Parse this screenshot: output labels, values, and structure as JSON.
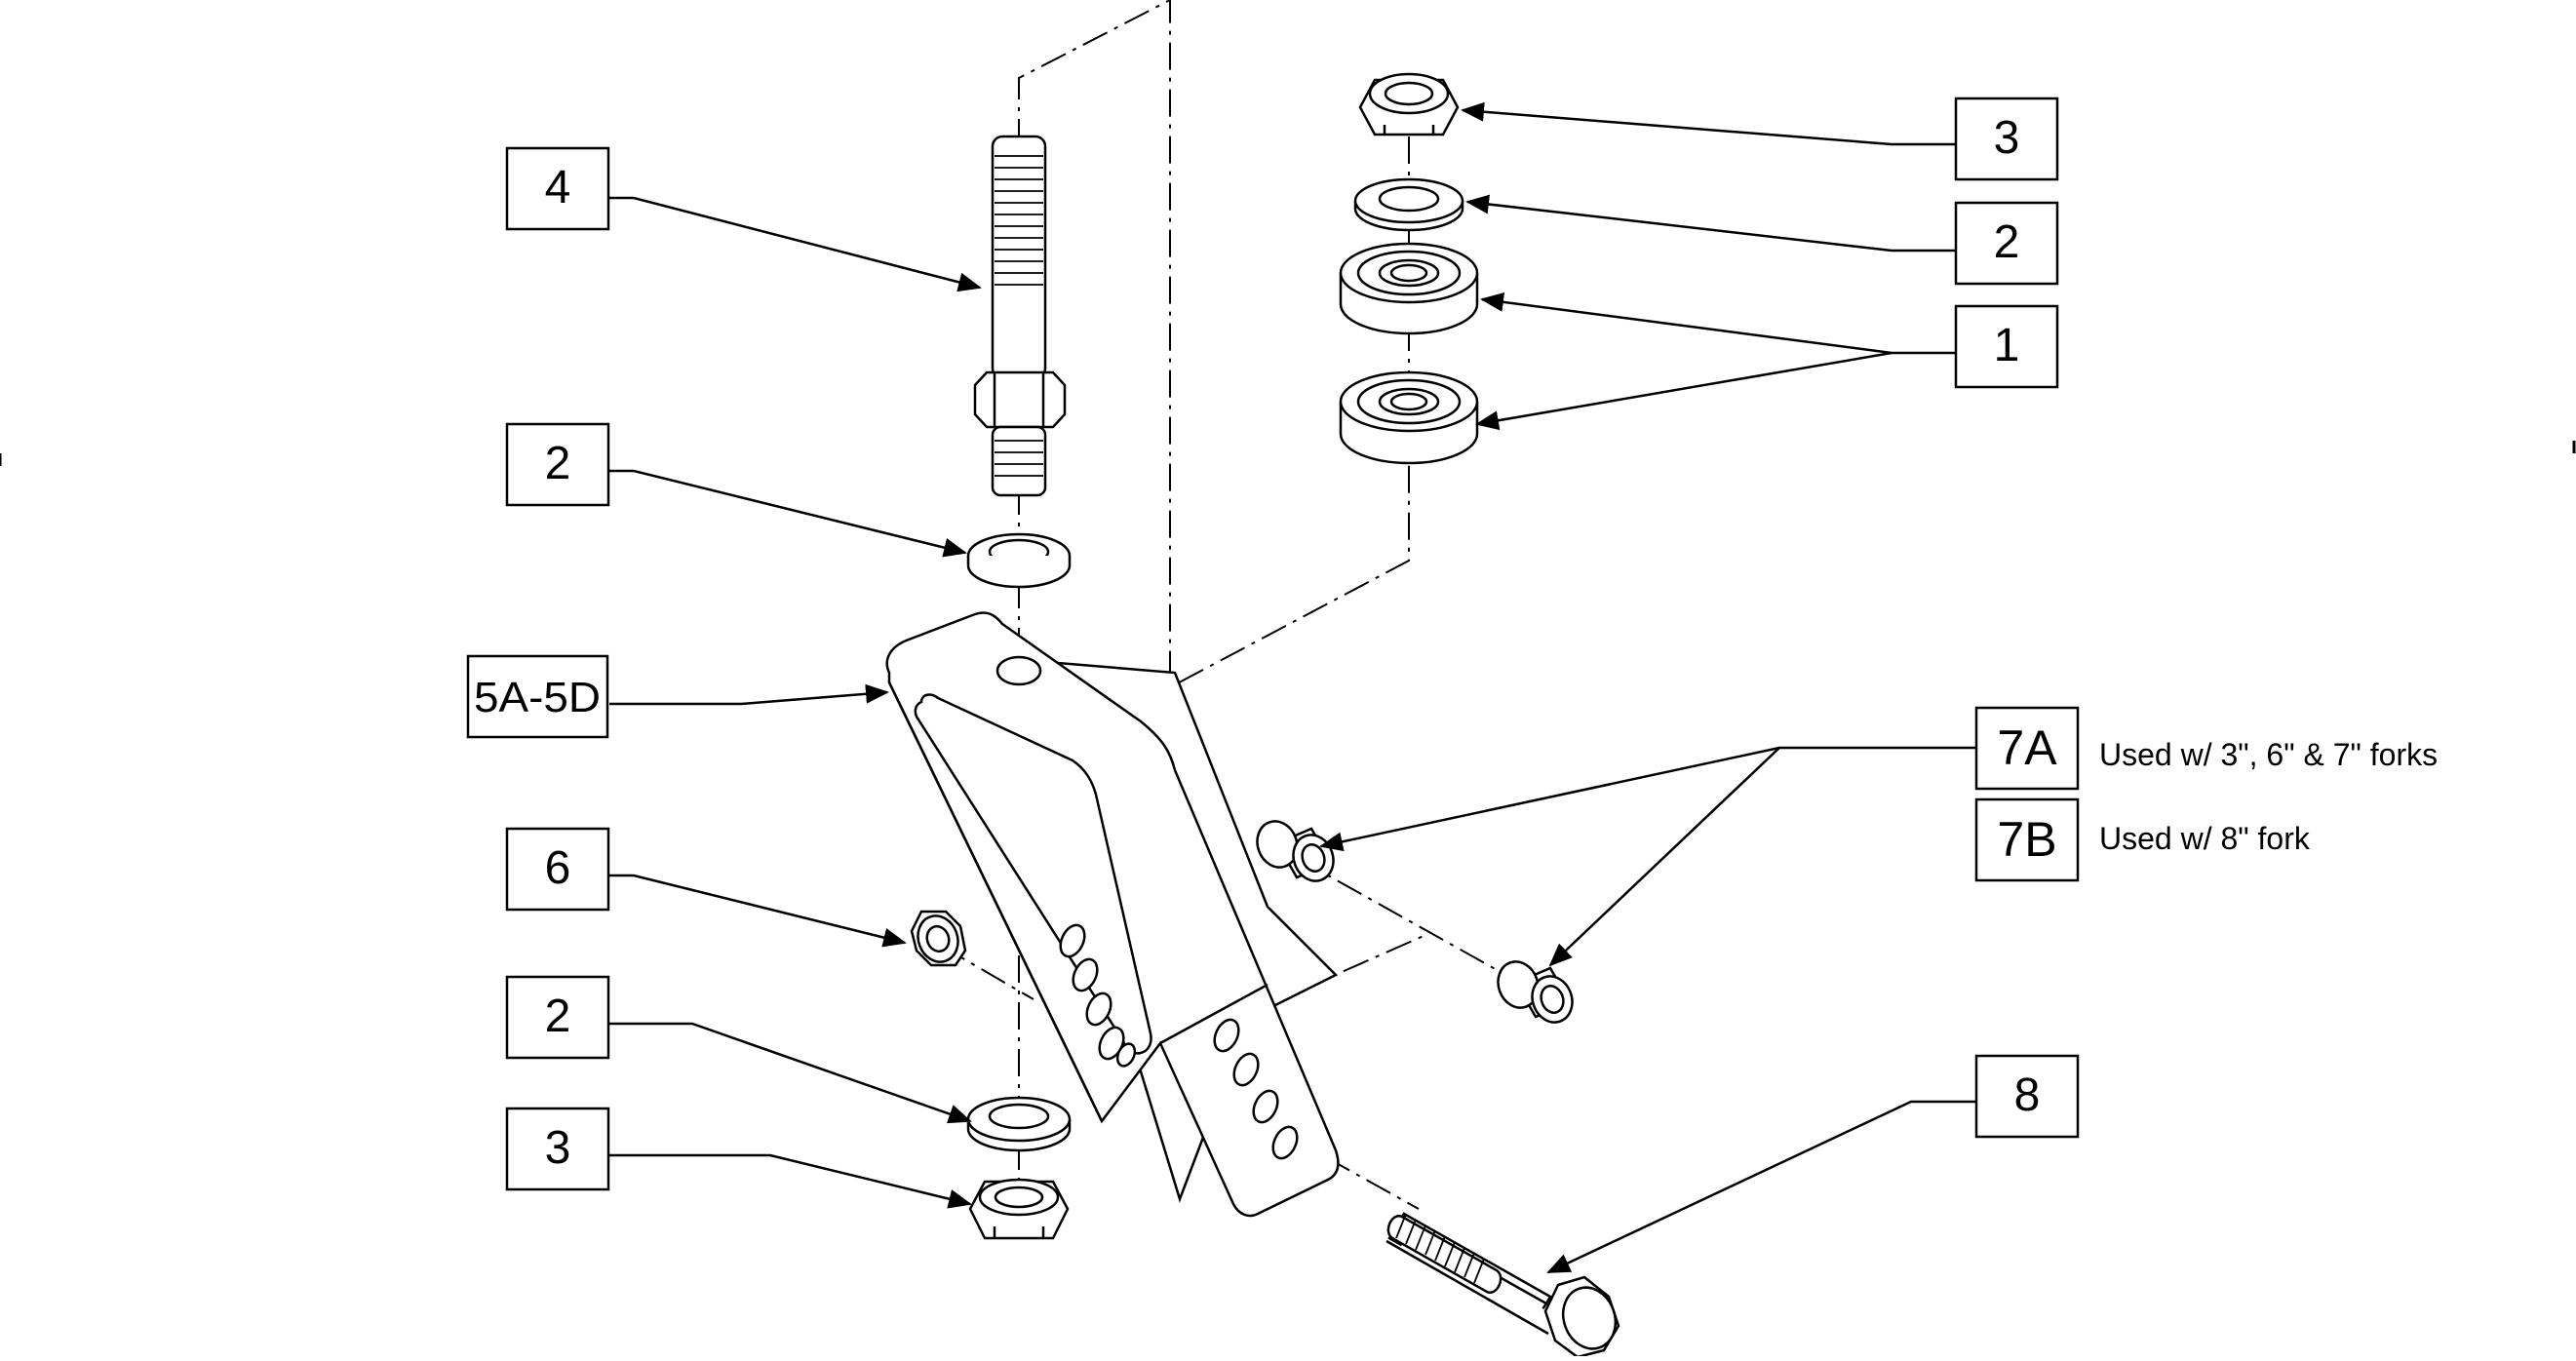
{
  "diagram": {
    "callouts": {
      "c4": "4",
      "c2_stud": "2",
      "c5": "5A-5D",
      "c6": "6",
      "c2_low": "2",
      "c3_low": "3",
      "c3_top": "3",
      "c2_top": "2",
      "c1": "1",
      "c7a": "7A",
      "c7b": "7B",
      "c8": "8"
    },
    "notes": {
      "n7a": "Used w/ 3\", 6\" & 7\" forks",
      "n7b": "Used w/ 8\" fork"
    }
  }
}
